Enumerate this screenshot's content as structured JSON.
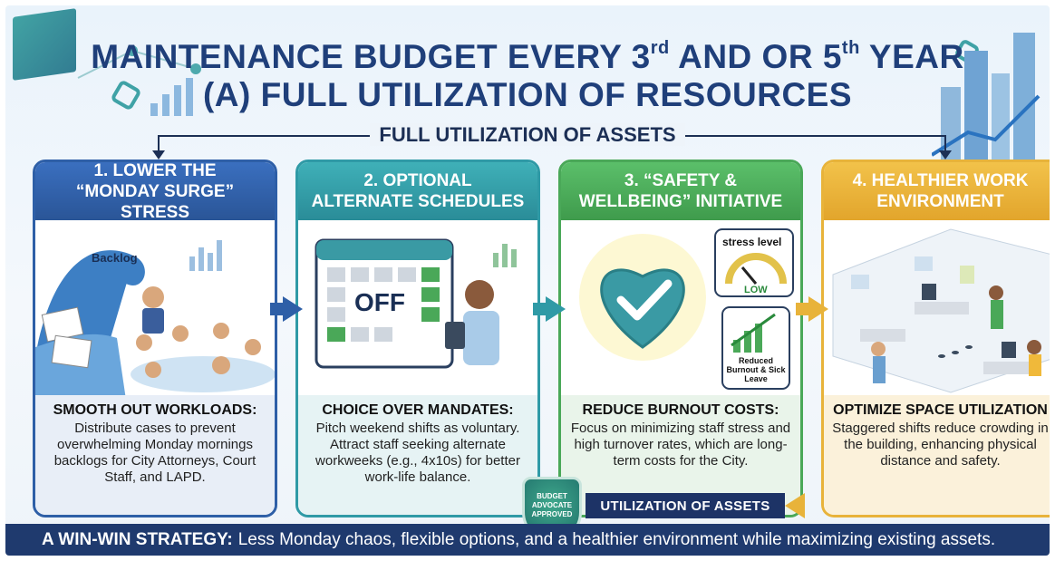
{
  "title": {
    "line1_pre": "MAINTENANCE BUDGET EVERY 3",
    "line1_sup1": "rd",
    "line1_mid": " AND OR 5",
    "line1_sup2": "th",
    "line1_post": " YEAR",
    "line2": "(A) FULL UTILIZATION OF RESOURCES"
  },
  "assets_header": "FULL UTILIZATION OF ASSETS",
  "cards": [
    {
      "header_line1": "1. LOWER THE",
      "header_line2": "“MONDAY SURGE” STRESS",
      "art_label": "Backlog",
      "text_head": "SMOOTH OUT WORKLOADS:",
      "text_body": "Distribute cases to prevent overwhelming Monday mornings backlogs for City Attorneys, Court Staff, and LAPD."
    },
    {
      "header_line1": "2. OPTIONAL",
      "header_line2": "ALTERNATE SCHEDULES",
      "art_label": "OFF",
      "text_head": "CHOICE OVER MANDATES:",
      "text_body": "Pitch weekend shifts as voluntary. Attract staff seeking alternate workweeks (e.g., 4x10s) for better work-life balance."
    },
    {
      "header_line1": "3. “SAFETY &",
      "header_line2": "WELLBEING” INITIATIVE",
      "art_label_stress": "stress level",
      "art_label_low": "LOW",
      "art_label_reduced": "Reduced Burnout & Sick Leave",
      "text_head": "REDUCE BURNOUT COSTS:",
      "text_body": "Focus on minimizing staff stress and high turnover rates, which are long-term costs for the City."
    },
    {
      "header_line1": "4. HEALTHIER WORK",
      "header_line2": "ENVIRONMENT",
      "text_head": "OPTIMIZE SPACE UTILIZATION",
      "text_body": "Staggered shifts reduce crowding in the building, enhancing physical distance and safety."
    }
  ],
  "badge": "BUDGET ADVOCATE APPROVED",
  "util_bar": "UTILIZATION OF ASSETS",
  "footer": {
    "lead": "A WIN-WIN STRATEGY:",
    "text": "Less Monday chaos, flexible options, and a healthier environment while maximizing existing assets."
  },
  "colors": {
    "navy": "#1f3a6e",
    "blue": "#2e5fa7",
    "teal": "#2f9aa6",
    "green": "#4aa858",
    "gold": "#e8b33a"
  }
}
